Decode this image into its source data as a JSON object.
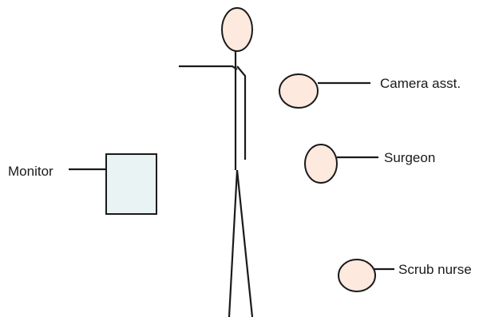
{
  "labels": {
    "camera": "Camera asst.",
    "surgeon": "Surgeon",
    "scrub": "Scrub nurse",
    "monitor": "Monitor"
  },
  "colors": {
    "head_fill": "#fde9dd",
    "monitor_fill": "#eaf3f4",
    "stroke": "#1a1a1a"
  }
}
